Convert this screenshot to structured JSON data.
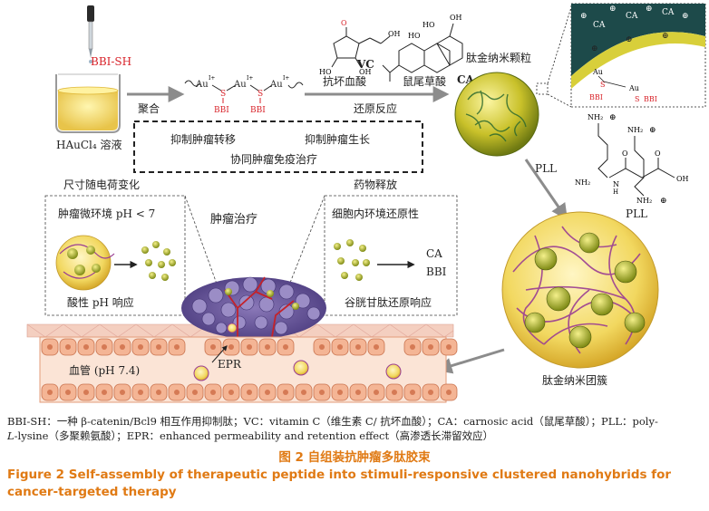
{
  "diagram": {
    "top": {
      "reagent_label": "BBI-SH",
      "beaker_label": "HAuCl₄ 溶液",
      "polymerization_label": "聚合",
      "chain_au": "Au",
      "chain_charge": "I+",
      "chain_bbi": "BBI",
      "chain_s": "S",
      "vc_label": "VC",
      "vc_name": "抗坏血酸",
      "ca_label": "CA",
      "ca_name": "鼠尾草酸",
      "reduction_label": "还原反应",
      "nanoparticle_label": "肽金纳米颗粒",
      "zoom_ca": "CA",
      "zoom_au": "Au",
      "zoom_s": "S",
      "zoom_bbi": "BBI",
      "plus_symbol": "⊕"
    },
    "effects_box": {
      "item_1": "抑制肿瘤转移",
      "item_2": "抑制肿瘤生长",
      "item_3": "协同肿瘤免疫治疗"
    },
    "pll": {
      "arrow_label": "PLL",
      "structure_label": "PLL",
      "nh2": "NH₂",
      "nh": "N",
      "h": "H",
      "o": "O",
      "oh": "OH",
      "plus": "⊕"
    },
    "cluster_label": "肽金纳米团簇",
    "middle": {
      "size_change_label": "尺寸随电荷变化",
      "drug_release_label": "药物释放",
      "tumor_therapy_label": "肿瘤治疗",
      "left_box_title": "肿瘤微环境 pH < 7",
      "left_box_bottom": "酸性 pH 响应",
      "right_box_title": "细胞内环境还原性",
      "right_box_bottom": "谷胱甘肽还原响应",
      "release_ca": "CA",
      "release_bbi": "BBI",
      "epr_label": "EPR",
      "vessel_label": "血管 (pH 7.4)"
    }
  },
  "captions": {
    "abbreviations_line1": "BBI-SH：一种 β-catenin/Bcl9 相互作用抑制肽；VC：vitamin C（维生素 C/ 抗坏血酸）；CA：carnosic acid（鼠尾草酸）；PLL：poly-",
    "abbreviations_line2_italic": "L",
    "abbreviations_line2": "-lysine（多聚赖氨酸）；EPR：enhanced permeability and retention effect（高渗透长滞留效应）",
    "figure_title_cn": "图 2  自组装抗肿瘤多肽胶束",
    "figure_title_en": "Figure 2  Self-assembly of therapeutic peptide into stimuli-responsive clustered nanohybrids for cancer-targeted therapy"
  },
  "colors": {
    "accent_caption": "#e07a14",
    "gold_particle": "#e6d63a",
    "cluster_yellow": "#f3dc63",
    "pll_purple": "#9a3d93",
    "vessel_pink": "#f1c6ad",
    "tumor_purple": "#7a6aa6",
    "arrow_grey": "#8c8c8c",
    "shell_dark": "#1d4a4a",
    "reagent_red": "#d8232a"
  }
}
